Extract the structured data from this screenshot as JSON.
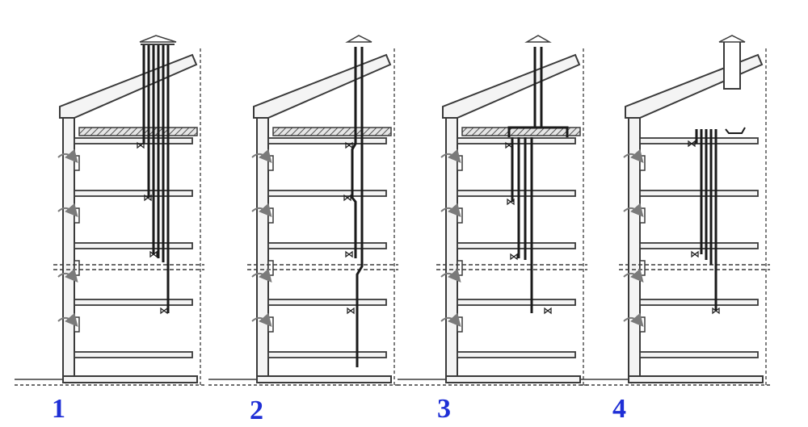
{
  "colors": {
    "background": "#ffffff",
    "line": "#3a3a3a",
    "duct": "#1a1a1a",
    "arrow": "#7a7a7a",
    "label": "#1f2fd6",
    "insulation": "#dcdcdc"
  },
  "variants": [
    {
      "label": "1",
      "scheme": "individual-ducts",
      "floors": 5
    },
    {
      "label": "2",
      "scheme": "single-stepped-duct",
      "floors": 5
    },
    {
      "label": "3",
      "scheme": "attic-collector",
      "floors": 5
    },
    {
      "label": "4",
      "scheme": "warm-attic",
      "floors": 5
    }
  ]
}
